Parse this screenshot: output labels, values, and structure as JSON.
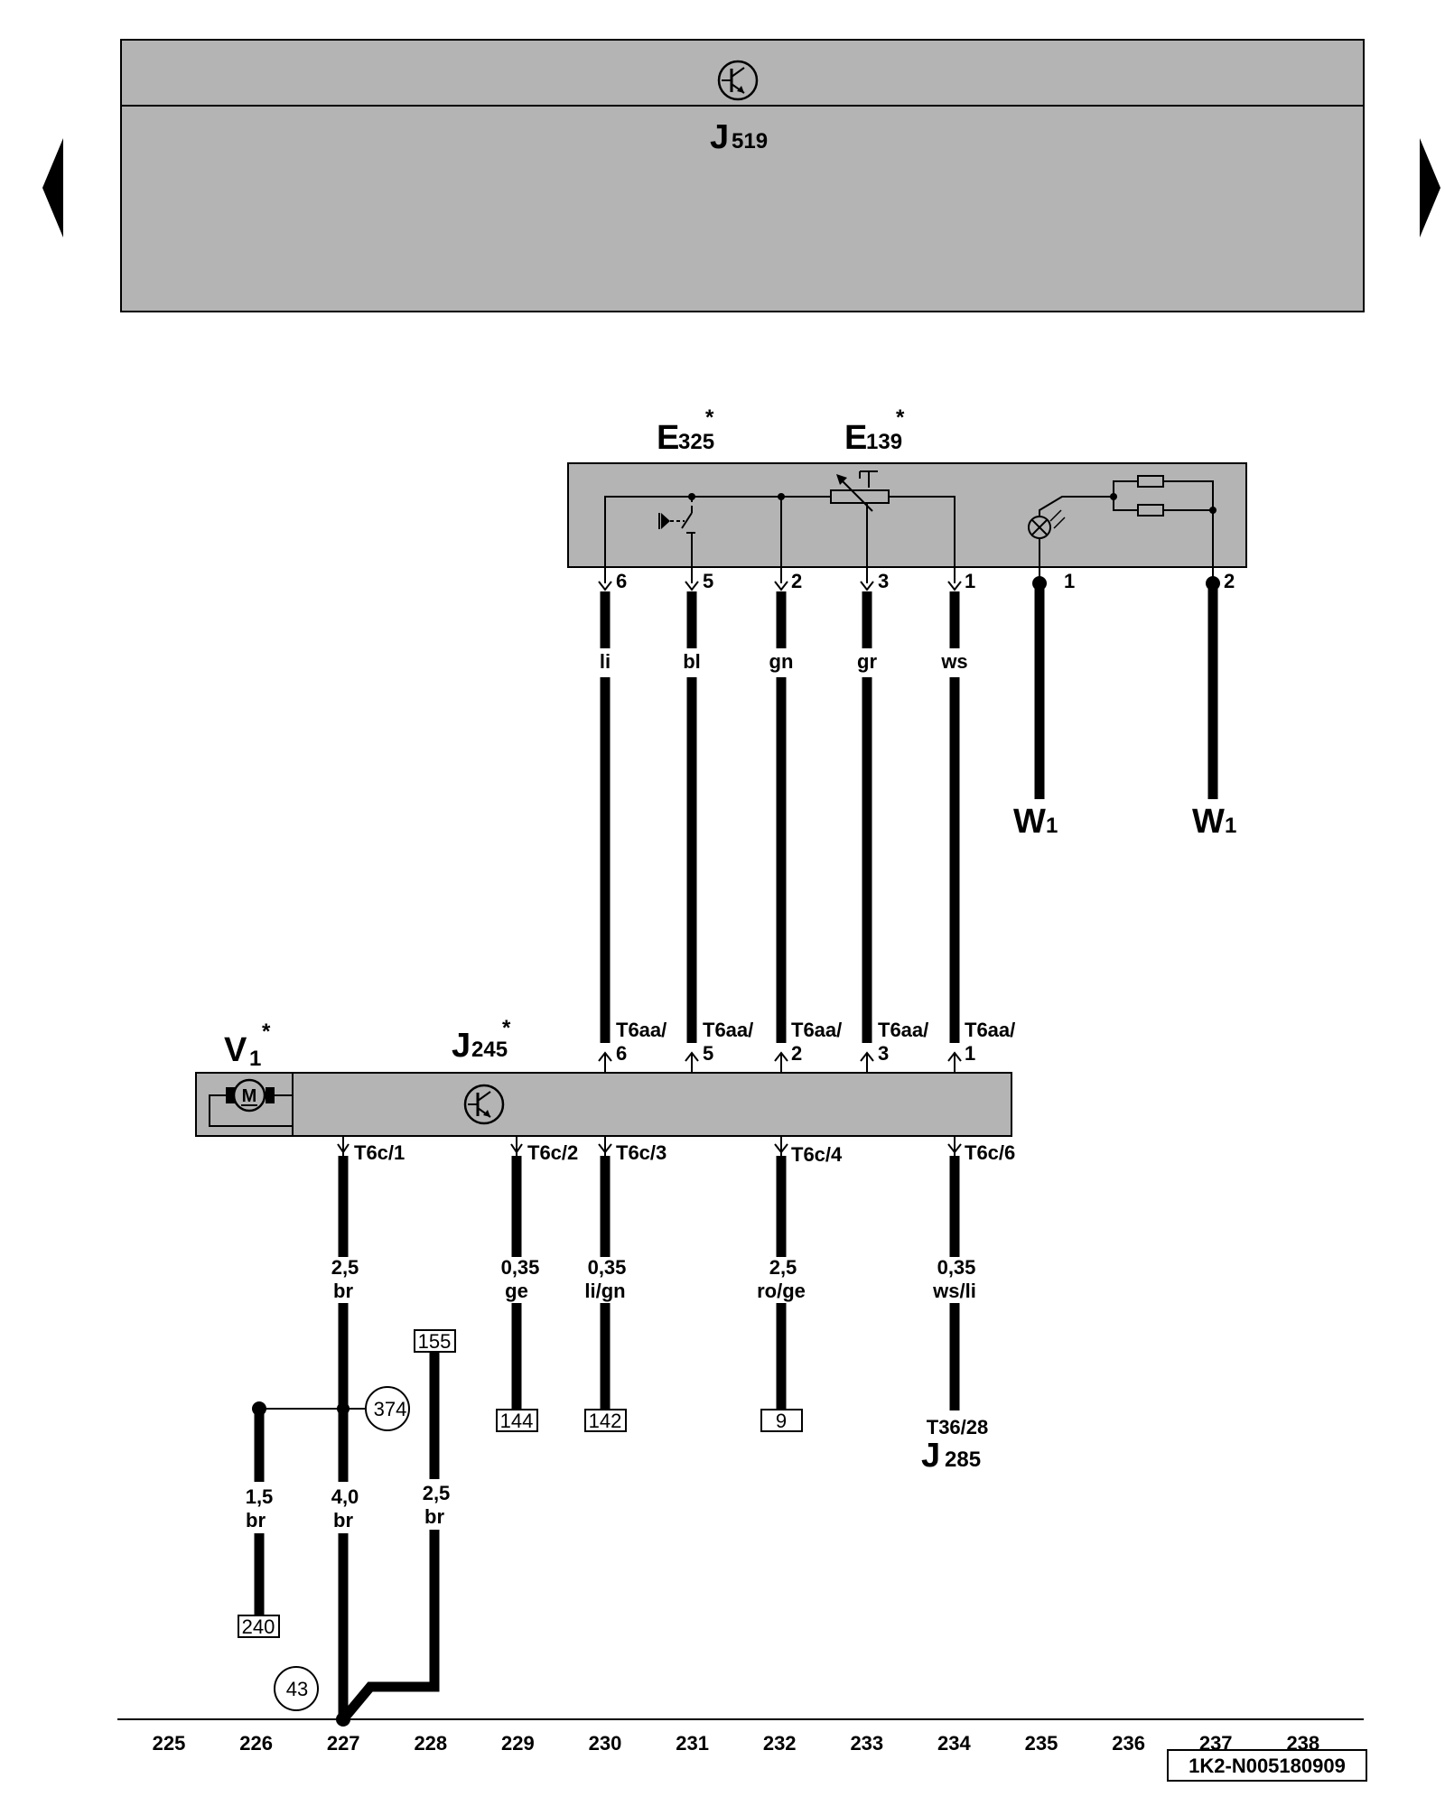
{
  "nav": {
    "prev_icon": "triangle-left",
    "next_icon": "triangle-right"
  },
  "top_unit": {
    "label": "J",
    "sub": "519"
  },
  "switch_unit": {
    "e325": {
      "label": "E",
      "sub": "325",
      "star": "*"
    },
    "e139": {
      "label": "E",
      "sub": "139",
      "star": "*"
    },
    "pins": [
      "6",
      "5",
      "2",
      "3",
      "1",
      "1",
      "2"
    ],
    "colors": [
      "li",
      "bl",
      "gn",
      "gr",
      "ws"
    ],
    "w_label": "W",
    "w_sub": "1",
    "connectors": [
      {
        "l1": "T6aa/",
        "l2": "6"
      },
      {
        "l1": "T6aa/",
        "l2": "5"
      },
      {
        "l1": "T6aa/",
        "l2": "2"
      },
      {
        "l1": "T6aa/",
        "l2": "3"
      },
      {
        "l1": "T6aa/",
        "l2": "1"
      }
    ]
  },
  "motor_unit": {
    "v1": {
      "label": "V",
      "sub": "1",
      "star": "*"
    },
    "motor_symbol": "M",
    "j245": {
      "label": "J",
      "sub": "245",
      "star": "*"
    }
  },
  "lower_pins": [
    "T6c/1",
    "T6c/2",
    "T6c/3",
    "T6c/4",
    "T6c/6"
  ],
  "wires": [
    {
      "size": "2,5",
      "color": "br"
    },
    {
      "size": "0,35",
      "color": "ge"
    },
    {
      "size": "0,35",
      "color": "li/gn"
    },
    {
      "size": "2,5",
      "color": "ro/ge"
    },
    {
      "size": "0,35",
      "color": "ws/li"
    },
    {
      "size": "1,5",
      "color": "br"
    },
    {
      "size": "4,0",
      "color": "br"
    },
    {
      "size": "2,5",
      "color": "br"
    }
  ],
  "refs": {
    "r155": "155",
    "r144": "144",
    "r142": "142",
    "r9": "9",
    "r240": "240",
    "c374": "374",
    "c43": "43"
  },
  "j285": {
    "conn": "T36/28",
    "label": "J",
    "sub": "285"
  },
  "columns": [
    "225",
    "226",
    "227",
    "228",
    "229",
    "230",
    "231",
    "232",
    "233",
    "234",
    "235",
    "236",
    "237",
    "238"
  ],
  "diagram_id": "1K2-N005180909"
}
